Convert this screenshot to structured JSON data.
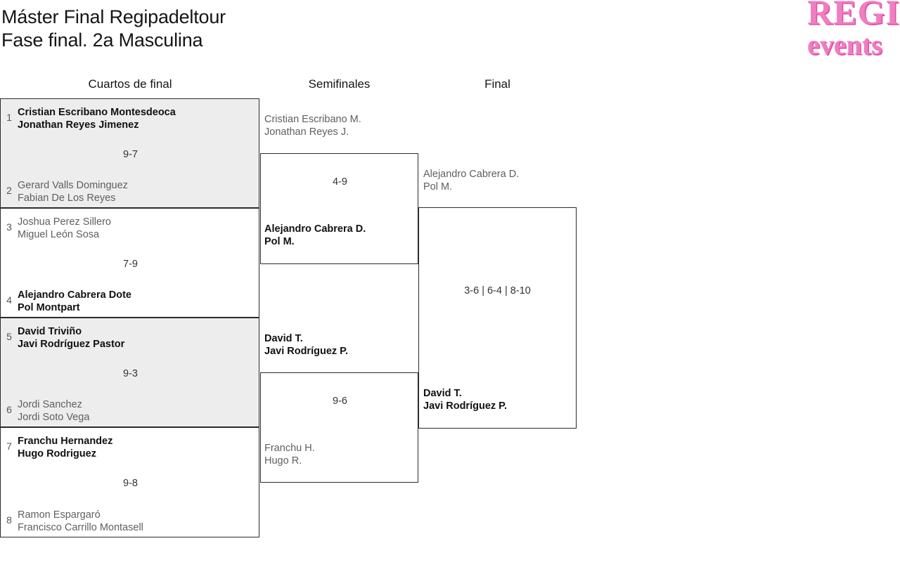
{
  "header": {
    "title": "Máster Final Regipadeltour\nFase final. 2a Masculina",
    "logo": {
      "line1": "REGI",
      "line2": "events",
      "color": "#f07ec0"
    }
  },
  "rounds": {
    "quarterfinals_label": "Cuartos de final",
    "semifinals_label": "Semifinales",
    "final_label": "Final"
  },
  "bracket": {
    "quarterfinals": [
      {
        "seed_top": "1",
        "team_top": "Cristian Escribano Montesdeoca\nJonathan Reyes Jimenez",
        "seed_bottom": "2",
        "team_bottom": "Gerard Valls Dominguez\nFabian De Los Reyes",
        "score": "9-7",
        "winner": "top",
        "shaded": true
      },
      {
        "seed_top": "3",
        "team_top": "Joshua Perez Sillero\nMiguel León Sosa",
        "seed_bottom": "4",
        "team_bottom": "Alejandro Cabrera Dote\nPol Montpart",
        "score": "7-9",
        "winner": "bottom",
        "shaded": false
      },
      {
        "seed_top": "5",
        "team_top": "David Triviño\nJavi Rodríguez Pastor",
        "seed_bottom": "6",
        "team_bottom": "Jordi Sanchez\nJordi Soto Vega",
        "score": "9-3",
        "winner": "top",
        "shaded": true
      },
      {
        "seed_top": "7",
        "team_top": "Franchu Hernandez\nHugo Rodriguez",
        "seed_bottom": "8",
        "team_bottom": "Ramon Espargaró\nFrancisco Carrillo Montasell",
        "score": "9-8",
        "winner": "top",
        "shaded": false
      }
    ],
    "semifinals": [
      {
        "team_top": "Cristian Escribano M.\nJonathan Reyes J.",
        "team_bottom": "Alejandro Cabrera D.\nPol M.",
        "score": "4-9",
        "winner": "bottom"
      },
      {
        "team_top": "David T.\nJavi Rodríguez P.",
        "team_bottom": "Franchu H.\nHugo R.",
        "score": "9-6",
        "winner": "top"
      }
    ],
    "final": {
      "team_top": "Alejandro Cabrera D.\nPol M.",
      "team_bottom": "David T.\nJavi Rodríguez P.",
      "score": "3-6 | 6-4 | 8-10",
      "winner": "bottom"
    }
  }
}
